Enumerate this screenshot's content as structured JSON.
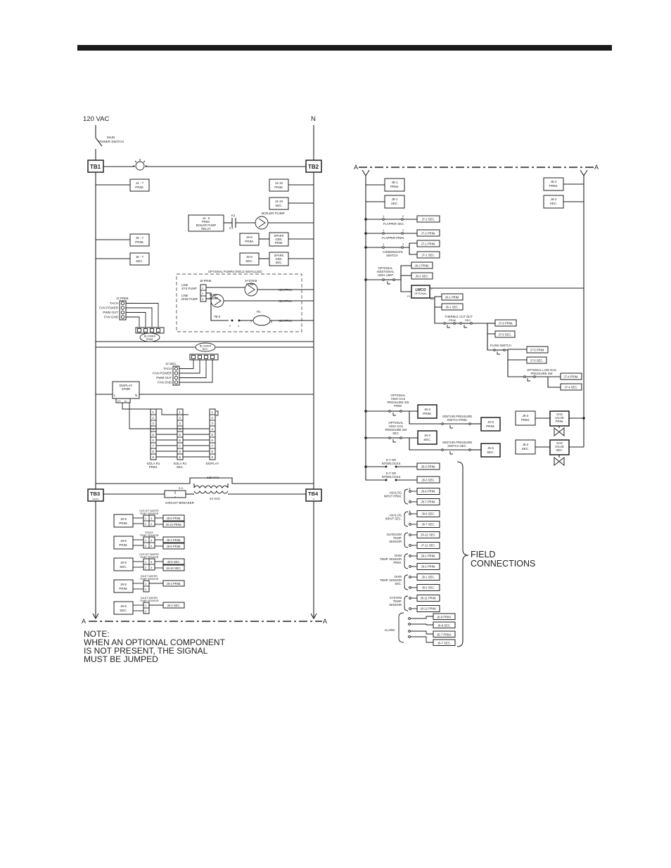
{
  "left": {
    "v120": "120 VAC",
    "n": "N",
    "main_switch": [
      "MAIN",
      "POWER SWITCH"
    ],
    "tb1": "TB1",
    "tb2": "TB2",
    "tb3": "TB3",
    "tb3_sub": "24VAC",
    "tb4": "TB4",
    "tb4_sub": "N",
    "j4_7_prim": [
      "J4 - 7",
      "PRIM."
    ],
    "j4_10_prim": [
      "J4-10",
      "PRIM."
    ],
    "j4_10_sec": [
      "J4-10",
      "SEC."
    ],
    "boiler_pump_relay": [
      "J4 - 6",
      "PRIM.",
      "BOILER PUMP",
      "RELAY"
    ],
    "k1": "K1",
    "k1_pins": "5  2",
    "boiler_pump": "BOILER PUMP",
    "j5_7_prim": [
      "J5 - 7",
      "PRIM."
    ],
    "j5_7_sec": [
      "J5 - 7",
      "SEC."
    ],
    "j5_6_prim": [
      "J5-6",
      "PRIM."
    ],
    "j5_6_sec": [
      "J5-6",
      "SEC."
    ],
    "spark_prim": [
      "SPARK",
      "GEN.",
      "PRIM."
    ],
    "spark_sec": [
      "SPARK",
      "GEN.",
      "SEC."
    ],
    "optional_pumps": "OPTIONAL PUMPS (FIELD INSTALLED)",
    "j8_prim": "J8 PRIM",
    "line_sys_pump": [
      "LINE",
      "SYS PUMP"
    ],
    "line_dhw_pump": [
      "LINE",
      "DHW PUMP"
    ],
    "system_pump": [
      "SYSTEM",
      "PUMP"
    ],
    "dhw_pump": [
      "DHW",
      "PUMP"
    ],
    "neutral": "NEUTRAL",
    "r1": "R1",
    "tb5": "TB-5",
    "tb5_pins": [
      "2",
      "1"
    ],
    "r1_pins": [
      "7",
      "8"
    ],
    "pin_nums": [
      "1",
      "2",
      "3"
    ],
    "j2_prim": "J2 PRIM.",
    "fan_prim_labels": [
      "TACH",
      "FAN POWER",
      "PWM OUT",
      "FAN GND"
    ],
    "blower_prim": [
      "BLOWER",
      "PRIM."
    ],
    "blower_sec": [
      "BLOWER",
      "SEC."
    ],
    "j2_sec": "J2 SEC.",
    "fan_sec_labels": [
      "TACH",
      "FAN POWER",
      "PWM OUT",
      "FAN GND"
    ],
    "display_xfmr": [
      "DISPLAY",
      "XFMR"
    ],
    "xfmr_pins": [
      "L",
      "N",
      "V+",
      "V-"
    ],
    "conn_pins": [
      "1",
      "2",
      "3",
      "4",
      "5",
      "6",
      "7",
      "8",
      "9"
    ],
    "sola_prim": [
      "SOLA R1",
      "PRIM."
    ],
    "sola_sec": [
      "SOLA R1",
      "SEC."
    ],
    "display": "DISPLAY",
    "vac120": "120 VAC",
    "vac24": "24 VAC",
    "amp4": "4 A",
    "circuit_breaker": "CIRCUIT BREAKER",
    "sensors": [
      {
        "jack": [
          "J8-9",
          "PRIM."
        ],
        "label": [
          "OUTLET WATER",
          "TEMP. SENSOR"
        ],
        "outs": [
          "J8-8 PRIM.",
          "J8-10 PRIM."
        ],
        "pins": [
          "1",
          "3",
          "2",
          "4"
        ]
      },
      {
        "jack": [
          "J8-6",
          "PRIM."
        ],
        "label": [
          "STACK",
          "TEMP. SENSOR"
        ],
        "outs": [
          "J9-4 PRIM.",
          "J9-6 PRIM."
        ],
        "pins": [
          "1",
          "3",
          "2",
          "4"
        ]
      },
      {
        "jack": [
          "J8-9",
          "SEC."
        ],
        "label": [
          "OUTLET WATER",
          "TEMP. SENSOR"
        ],
        "outs": [
          "J8-8 SEC.",
          "J8-10 SEC."
        ],
        "pins": [
          "1",
          "3",
          "2",
          "4"
        ]
      },
      {
        "jack": [
          "J8-5",
          "PRIM."
        ],
        "label": [
          "INLET WATER",
          "TEMP. SENSOR"
        ],
        "outs": [
          "J8-4 PRIM."
        ],
        "pins": [
          "1",
          "2"
        ]
      },
      {
        "jack": [
          "J8-5",
          "SEC."
        ],
        "label": [
          "INLET WATER",
          "TEMP. SENSOR"
        ],
        "outs": [
          "J8-4 SEC."
        ],
        "pins": [
          "1",
          "2"
        ]
      }
    ],
    "bus_a": "A",
    "note": [
      "NOTE:",
      "WHEN AN OPTIONAL COMPONENT",
      "IS NOT PRESENT, THE SIGNAL",
      "MUST BE JUMPED"
    ]
  },
  "right": {
    "bus_a": "A",
    "j8_1_prim": [
      "J8-1",
      "PRIM."
    ],
    "j8_1_sec": [
      "J8-1",
      "SEC."
    ],
    "j8_2_prim": [
      "J8-2",
      "PRIM."
    ],
    "j8_2_sec": [
      "J8-2",
      "SEC."
    ],
    "flapper_sec": "FLAPPER SEC.",
    "flapper_prim": "FLAPPER PRIM.",
    "condensate": [
      "CONDENSATE",
      "SWITCH"
    ],
    "sw_pins": [
      "1",
      "2"
    ],
    "j7_2_sec": "J7-2 SEC.",
    "j7_2_prim": "J7-2 PRIM.",
    "j7_1_prim": "J7-1 PRIM.",
    "j7_1_sec": "J7-1 SEC.",
    "opt_high_limit": [
      "OPTIONAL",
      "ADDITIONAL",
      "HIGH LIMIT"
    ],
    "j6_2_prim": "J6-2 PRIM.",
    "j6_2_sec": "J6-2 SEC.",
    "lwco": [
      "LWCO",
      "OPTIONAL"
    ],
    "lwco_pins": [
      "2",
      "P1",
      "P2"
    ],
    "j6_1_prim": "J6-1 PRIM.",
    "j6_1_sec": "J6-1 SEC.",
    "thermal": [
      "THERMAL CUT OUT",
      "PRIM.",
      "SEC."
    ],
    "j7_6_prim": "J7-6 PRIM.",
    "j7_6_sec": "J7-6 SEC.",
    "flow_switch": "FLOW SWITCH",
    "j7_5_prim": "J7-5 PRIM.",
    "j7_5_sec": "J7-5 SEC.",
    "low_gas": [
      "OPTIONAL LOW GAS",
      "PRESSURE SW"
    ],
    "j7_4_prim": "J7-4 PRIM.",
    "j7_4_sec": "J7-4 SEC.",
    "high_gas_prim": [
      "OPTIONAL",
      "HIGH GAS",
      "PRESSURE SW",
      "PRIM."
    ],
    "high_gas_sec": [
      "OPTIONAL",
      "HIGH GAS",
      "PRESSURE SW",
      "SEC."
    ],
    "j6_3_prim": [
      "J6-3",
      "PRIM."
    ],
    "j6_3_sec": [
      "J6-3",
      "SEC."
    ],
    "venturi_prim": [
      "VENTURI PRESSURE",
      "SWITCH PRIM."
    ],
    "venturi_sec": [
      "VENTURI PRESSURE",
      "SWITCH SEC."
    ],
    "j5_5_prim": [
      "J5-5",
      "PRIM."
    ],
    "j5_5_sec": [
      "J5-5",
      "SEC."
    ],
    "j5_2_prim": [
      "J5-2",
      "PRIM."
    ],
    "j5_2_sec": [
      "J5-2",
      "SEC."
    ],
    "gas_valve_prim": [
      "GAS",
      "VALVE",
      "PRIM."
    ],
    "gas_valve_sec": [
      "GAS",
      "VALVE",
      "SEC."
    ],
    "interlocks_prim": [
      "E-T OR",
      "INTERLOCKS"
    ],
    "interlocks_sec": [
      "E-T OR",
      "INTERLOCKS"
    ],
    "j8_3_prim": "J8-3 PRIM.",
    "j8_3_sec": "J8-3 SEC.",
    "analog_prim": [
      "ANALOG",
      "INPUT PRIM."
    ],
    "j8_6_prim": "J8-6 PRIM.",
    "j8_7_prim": "J8-7 PRIM.",
    "analog_sec": [
      "ANALOG",
      "INPUT SEC."
    ],
    "j8_6_sec": "J8-6 SEC.",
    "j8_7_sec": "J8-7 SEC.",
    "outdoor": [
      "OUTDOOR",
      "TEMP.",
      "SENSOR"
    ],
    "j8_12_sec": "J8-12 SEC.",
    "j7_11_sec": "J7-11 SEC.",
    "dhw_prim": [
      "DHW",
      "TEMP. SENSOR",
      "PRIM."
    ],
    "j9_1_prim": "J9-1 PRIM.",
    "j9_2_prim": "J9-2 PRIM.",
    "dhw_sec": [
      "DHW",
      "TEMP. SENSOR",
      "SEC."
    ],
    "j9_1_sec": "J9-1 SEC.",
    "j9_2_sec": "J9-2 SEC.",
    "system_temp": [
      "SYSTEM",
      "TEMP.",
      "SENSOR"
    ],
    "j8_11_prim": "J8-11 PRIM.",
    "j8_12_prim": "J8-12 PRIM.",
    "alarm": "ALARM",
    "j6_8_prim": "J6-8 PRIM.",
    "j6_8_sec": "J6-8 SEC.",
    "j6_7_prim": "J6-7 PRIM.",
    "j6_7_sec": "J6-7 SEC.",
    "plus": "+",
    "minus": "-",
    "field_connections": [
      "FIELD",
      "CONNECTIONS"
    ]
  }
}
